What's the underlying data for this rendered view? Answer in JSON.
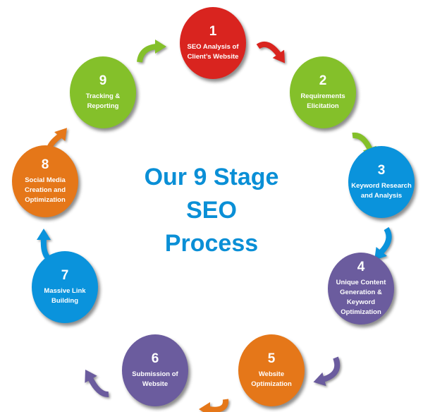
{
  "title": {
    "line1": "Our 9 Stage",
    "line2": "SEO",
    "line3": "Process"
  },
  "colors": {
    "red": "#d9241f",
    "green": "#84c02a",
    "blue": "#0a93dc",
    "purple": "#6b5c9e",
    "orange": "#e57719",
    "title": "#0a8fd6"
  },
  "stages": [
    {
      "number": "1",
      "label": "SEO Analysis of Client’s Website",
      "color": "#d9241f"
    },
    {
      "number": "2",
      "label": "Requirements Elicitation",
      "color": "#84c02a"
    },
    {
      "number": "3",
      "label": "Keyword Research and Analysis",
      "color": "#0a93dc"
    },
    {
      "number": "4",
      "label": "Unique Content Generation & Keyword Optimization",
      "color": "#6b5c9e"
    },
    {
      "number": "5",
      "label": "Website Optimization",
      "color": "#e57719"
    },
    {
      "number": "6",
      "label": "Submission of Website",
      "color": "#6b5c9e"
    },
    {
      "number": "7",
      "label": "Massive Link Building",
      "color": "#0a93dc"
    },
    {
      "number": "8",
      "label": "Social Media Creation and Optimization",
      "color": "#e57719"
    },
    {
      "number": "9",
      "label": "Tracking & Reporting",
      "color": "#84c02a"
    }
  ]
}
